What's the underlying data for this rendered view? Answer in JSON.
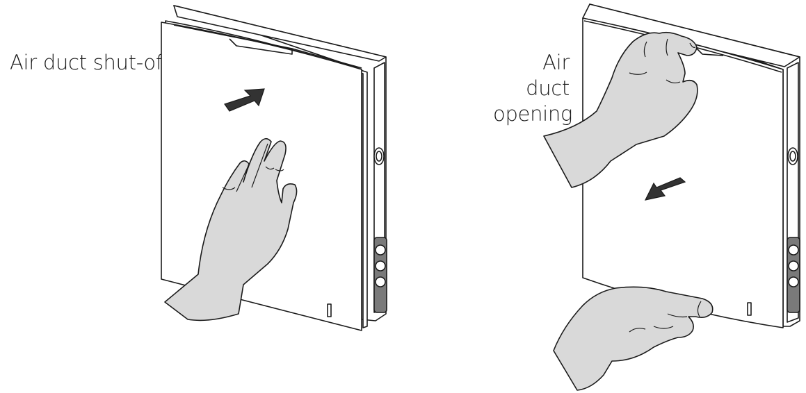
{
  "labels": {
    "shutoff": "Air duct shut-off",
    "opening_line1": "Air duct",
    "opening_line2": "opening"
  },
  "colors": {
    "line": "#1a1a1a",
    "panel": "#ffffff",
    "hand": "#d9d9d9",
    "arrow": "#333333",
    "button_strip": "#7a7a7a"
  },
  "icons": {
    "left_arrow": "arrow-up-right-icon",
    "right_arrow": "arrow-down-left-icon",
    "left_hand": "flat-hand-pushing-icon",
    "right_hand_top": "hand-pulling-lid-icon",
    "right_hand_bottom": "hand-holding-bottom-icon"
  }
}
